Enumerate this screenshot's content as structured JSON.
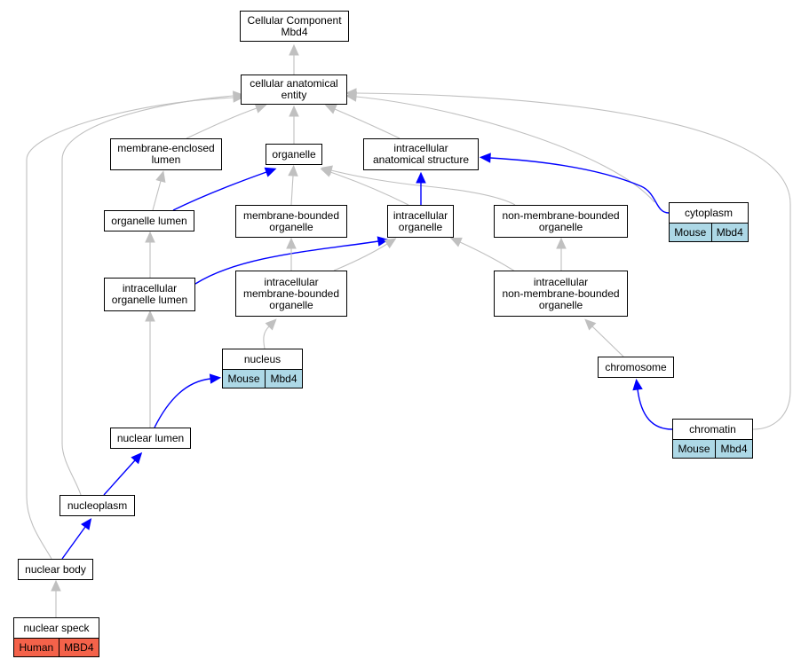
{
  "colors": {
    "edge_default": "#c0c0c0",
    "edge_highlight": "#0000ff",
    "mouse_annotation": "#add8e6",
    "human_annotation": "#f4624a"
  },
  "nodes": [
    {
      "id": "root",
      "label": "Cellular Component\nMbd4"
    },
    {
      "id": "cae",
      "label": "cellular anatomical\nentity"
    },
    {
      "id": "mel",
      "label": "membrane-enclosed\nlumen"
    },
    {
      "id": "organelle",
      "label": "organelle"
    },
    {
      "id": "ias",
      "label": "intracellular\nanatomical structure"
    },
    {
      "id": "cytoplasm",
      "label": "cytoplasm",
      "annotation": {
        "species": "Mouse",
        "gene": "Mbd4"
      }
    },
    {
      "id": "orglumen",
      "label": "organelle lumen"
    },
    {
      "id": "mbo",
      "label": "membrane-bounded\norganelle"
    },
    {
      "id": "io",
      "label": "intracellular\norganelle"
    },
    {
      "id": "nmbo",
      "label": "non-membrane-bounded\norganelle"
    },
    {
      "id": "iol",
      "label": "intracellular\norganelle lumen"
    },
    {
      "id": "imbo",
      "label": "intracellular\nmembrane-bounded\norganelle"
    },
    {
      "id": "inmbo",
      "label": "intracellular\nnon-membrane-bounded\norganelle"
    },
    {
      "id": "nucleus",
      "label": "nucleus",
      "annotation": {
        "species": "Mouse",
        "gene": "Mbd4"
      }
    },
    {
      "id": "chromosome",
      "label": "chromosome"
    },
    {
      "id": "chromatin",
      "label": "chromatin",
      "annotation": {
        "species": "Mouse",
        "gene": "Mbd4"
      }
    },
    {
      "id": "nuclumen",
      "label": "nuclear lumen"
    },
    {
      "id": "nucleoplasm",
      "label": "nucleoplasm"
    },
    {
      "id": "nucbody",
      "label": "nuclear body"
    },
    {
      "id": "speck",
      "label": "nuclear speck",
      "annotation": {
        "species": "Human",
        "gene": "MBD4"
      }
    }
  ],
  "edges": [
    {
      "from": "cae",
      "to": "root",
      "highlight": false
    },
    {
      "from": "mel",
      "to": "cae",
      "highlight": false
    },
    {
      "from": "organelle",
      "to": "cae",
      "highlight": false
    },
    {
      "from": "ias",
      "to": "cae",
      "highlight": false
    },
    {
      "from": "cytoplasm",
      "to": "cae",
      "highlight": false
    },
    {
      "from": "chromatin",
      "to": "cae",
      "highlight": false
    },
    {
      "from": "nucleoplasm",
      "to": "cae",
      "highlight": false
    },
    {
      "from": "nucbody",
      "to": "cae",
      "highlight": false
    },
    {
      "from": "cytoplasm",
      "to": "ias",
      "highlight": true
    },
    {
      "from": "orglumen",
      "to": "mel",
      "highlight": false
    },
    {
      "from": "orglumen",
      "to": "organelle",
      "highlight": true
    },
    {
      "from": "mbo",
      "to": "organelle",
      "highlight": false
    },
    {
      "from": "io",
      "to": "organelle",
      "highlight": false
    },
    {
      "from": "nmbo",
      "to": "organelle",
      "highlight": false
    },
    {
      "from": "io",
      "to": "ias",
      "highlight": true
    },
    {
      "from": "iol",
      "to": "orglumen",
      "highlight": false
    },
    {
      "from": "iol",
      "to": "io",
      "highlight": true
    },
    {
      "from": "imbo",
      "to": "mbo",
      "highlight": false
    },
    {
      "from": "imbo",
      "to": "io",
      "highlight": false
    },
    {
      "from": "inmbo",
      "to": "nmbo",
      "highlight": false
    },
    {
      "from": "inmbo",
      "to": "io",
      "highlight": false
    },
    {
      "from": "nucleus",
      "to": "imbo",
      "highlight": false
    },
    {
      "from": "chromosome",
      "to": "inmbo",
      "highlight": false
    },
    {
      "from": "chromatin",
      "to": "chromosome",
      "highlight": true
    },
    {
      "from": "nuclumen",
      "to": "iol",
      "highlight": false
    },
    {
      "from": "nuclumen",
      "to": "nucleus",
      "highlight": true
    },
    {
      "from": "nucleoplasm",
      "to": "nuclumen",
      "highlight": true
    },
    {
      "from": "nucbody",
      "to": "nucleoplasm",
      "highlight": true
    },
    {
      "from": "speck",
      "to": "nucbody",
      "highlight": false
    }
  ]
}
